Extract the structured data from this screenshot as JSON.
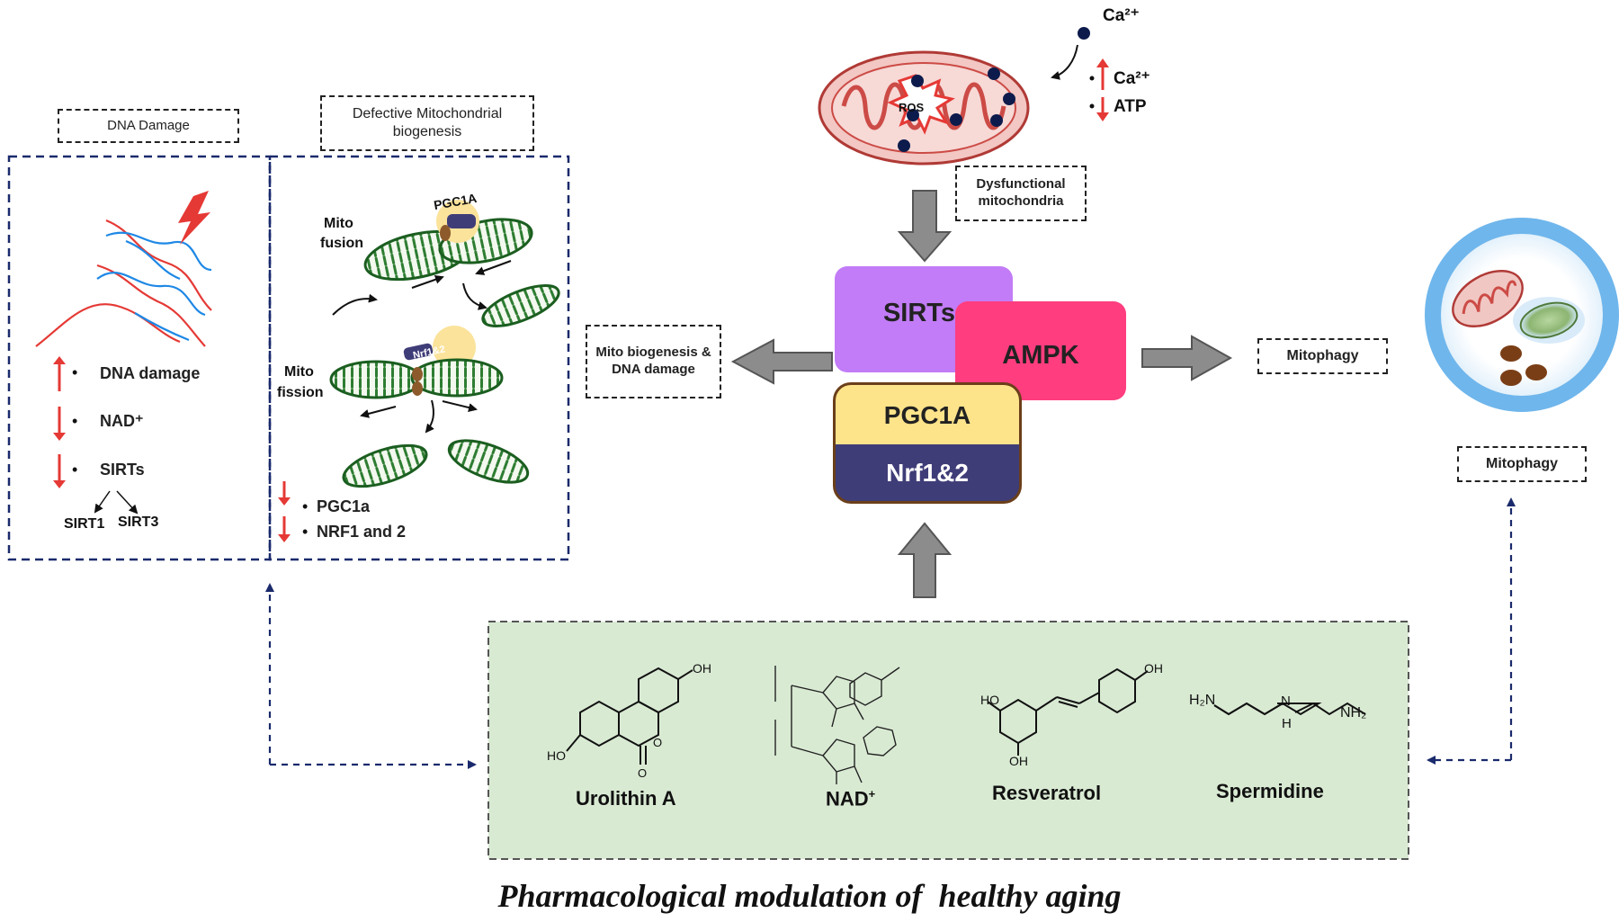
{
  "top": {
    "ca_label": "Ca²⁺",
    "ros_label": "ROS",
    "ca_up_label": "Ca²⁺",
    "atp_down_label": "ATP",
    "dysfunctional_label": "Dysfunctional mitochondria"
  },
  "left_panel": {
    "dna_header": "DNA Damage",
    "dna_items": [
      "DNA damage",
      "NAD⁺",
      "SIRTs"
    ],
    "sirt1": "SIRT1",
    "sirt3": "SIRT3"
  },
  "middle_panel": {
    "header": "Defective Mitochondrial biogenesis",
    "fusion_label_1": "Mito",
    "fusion_label_2": "fusion",
    "fission_label_1": "Mito",
    "fission_label_2": "fission",
    "pgc_badge": "PGC1A",
    "nrf_badge": "Nrf1&2",
    "items": [
      "PGC1a",
      "NRF1 and 2"
    ]
  },
  "center": {
    "sirts": "SIRTs",
    "ampk": "AMPK",
    "pgc1a": "PGC1A",
    "nrf": "Nrf1&2",
    "left_target": "Mito biogenesis & DNA damage",
    "right_target": "Mitophagy"
  },
  "right": {
    "mitophagy_label": "Mitophagy"
  },
  "compounds": {
    "items": [
      {
        "name": "Urolithin A",
        "superscript": ""
      },
      {
        "name": "NAD",
        "superscript": "+"
      },
      {
        "name": "Resveratrol",
        "superscript": ""
      },
      {
        "name": "Spermidine",
        "superscript": ""
      }
    ],
    "oh": "OH",
    "ho": "HO",
    "o": "O",
    "h2n": "H₂N",
    "nh2": "NH₂",
    "h": "H",
    "n": "N"
  },
  "caption": "Pharmacological modulation of  healthy aging",
  "colors": {
    "sirts": "#c27cf7",
    "ampk": "#ff3d7f",
    "pgc1a": "#fde38a",
    "nrf": "#3f3d78",
    "mito_red": "#d9534f",
    "mito_green": "#2e7d32",
    "compound_bg": "#d9ead3",
    "arrow_grey": "#8c8c8c",
    "dashed_blue": "#1a2a6c"
  }
}
